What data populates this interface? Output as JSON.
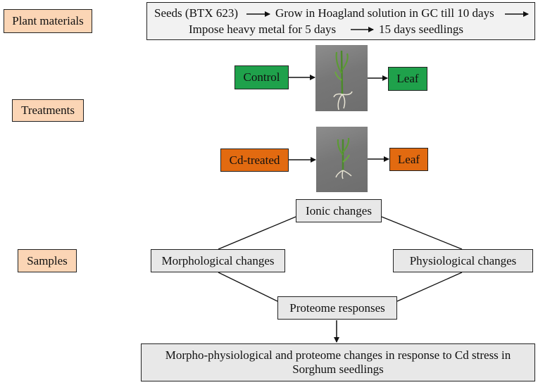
{
  "labels": {
    "plant_materials": "Plant materials",
    "treatments": "Treatments",
    "samples": "Samples"
  },
  "top_box": {
    "seeds": "Seeds (BTX 623)",
    "grow": "Grow in Hoagland solution in GC till 10 days",
    "impose": "Impose heavy metal for 5 days",
    "seedlings": "15 days seedlings"
  },
  "treatments": {
    "control": "Control",
    "control_leaf": "Leaf",
    "cd": "Cd-treated",
    "cd_leaf": "Leaf"
  },
  "changes": {
    "ionic": "Ionic changes",
    "morphological": "Morphological changes",
    "physiological": "Physiological  changes",
    "proteome": "Proteome  responses"
  },
  "conclusion": "Morpho-physiological and proteome changes in response to Cd stress in Sorghum seedlings",
  "colors": {
    "label_fill": "#fbd5b5",
    "control_fill": "#1fa14b",
    "cd_fill": "#e26a10",
    "grey_fill": "#e8e8e8"
  }
}
